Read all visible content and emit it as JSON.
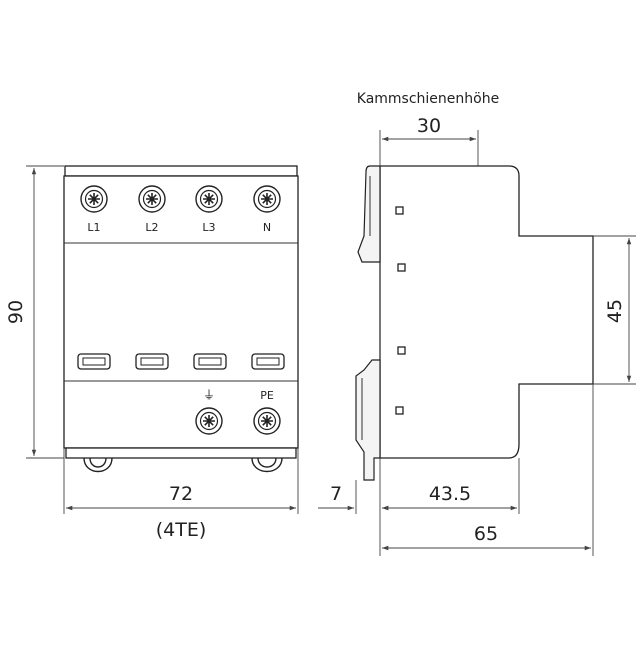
{
  "front_view": {
    "terminals_top": [
      "L1",
      "L2",
      "L3",
      "N"
    ],
    "terminals_bottom": [
      "⏚",
      "PE"
    ]
  },
  "dimensions": {
    "height": "90",
    "width": "72",
    "width_units": "(4TE)",
    "busbar_label": "Kammschienenhöhe",
    "busbar_height": "30",
    "neck_height": "45",
    "rail_offset": "7",
    "front_depth": "43.5",
    "total_depth": "65"
  }
}
